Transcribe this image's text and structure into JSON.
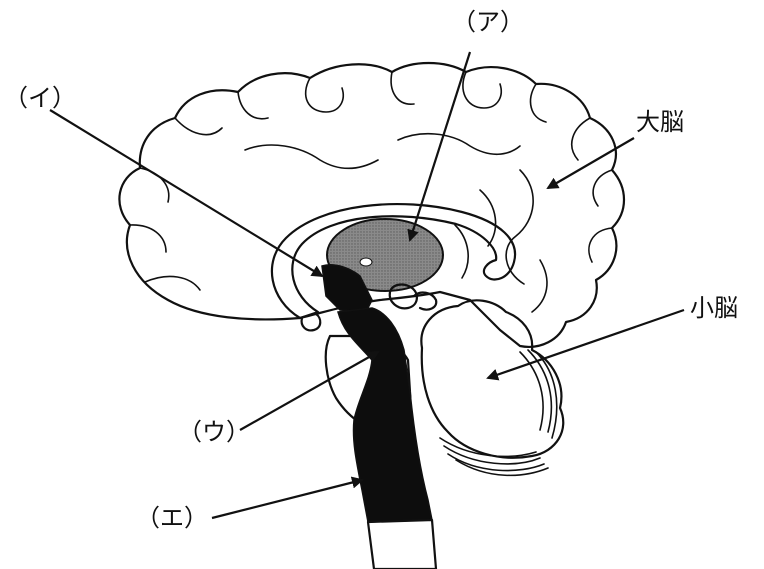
{
  "labels": {
    "a": "（ア）",
    "i": "（イ）",
    "u": "（ウ）",
    "e": "（エ）",
    "cerebrum": "大脳",
    "cerebellum": "小脳"
  },
  "colors": {
    "line": "#111111",
    "thalamus": "#7a7a7a",
    "brainstem": "#0d0d0d",
    "paper": "#ffffff"
  }
}
